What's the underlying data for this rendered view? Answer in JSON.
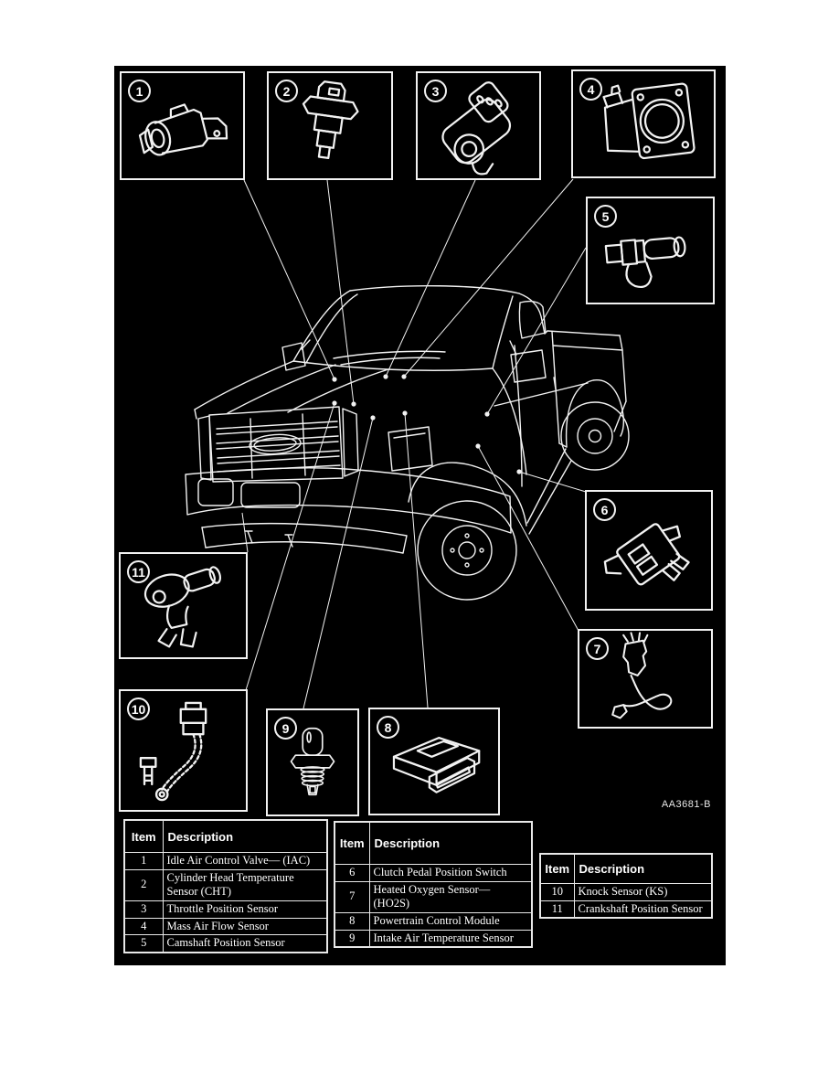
{
  "figure": {
    "code": "AA3681-B",
    "callouts": [
      "1",
      "2",
      "3",
      "4",
      "5",
      "6",
      "7",
      "8",
      "9",
      "10",
      "11"
    ]
  },
  "tables": [
    {
      "headers": [
        "Item",
        "Description"
      ],
      "rows": [
        [
          "1",
          "Idle Air Control Valve— (IAC)"
        ],
        [
          "2",
          "Cylinder Head Temperature Sensor (CHT)"
        ],
        [
          "3",
          "Throttle Position Sensor"
        ],
        [
          "4",
          "Mass Air Flow Sensor"
        ],
        [
          "5",
          "Camshaft Position Sensor"
        ]
      ]
    },
    {
      "headers": [
        "Item",
        "Description"
      ],
      "rows": [
        [
          "6",
          "Clutch Pedal Position Switch"
        ],
        [
          "7",
          "Heated Oxygen Sensor— (HO2S)"
        ],
        [
          "8",
          "Powertrain Control Module"
        ],
        [
          "9",
          "Intake Air Temperature Sensor"
        ]
      ]
    },
    {
      "headers": [
        "Item",
        "Description"
      ],
      "rows": [
        [
          "10",
          "Knock Sensor (KS)"
        ],
        [
          "11",
          "Crankshaft Position Sensor"
        ]
      ]
    }
  ],
  "colors": {
    "page_background": "#ffffff",
    "diagram_background": "#000000",
    "line": "#ffffff"
  }
}
